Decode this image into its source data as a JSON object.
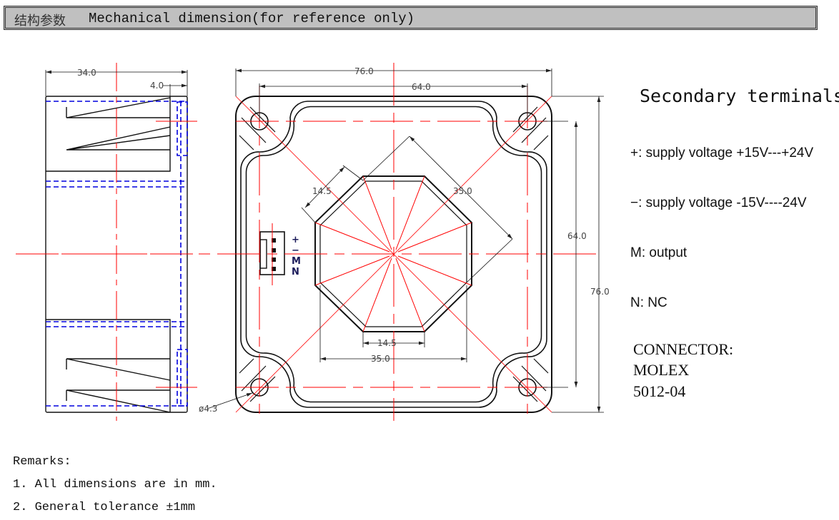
{
  "header": {
    "title_cn": "结构参数",
    "title_en": "Mechanical dimension(for reference only)"
  },
  "side_view": {
    "width": "34.0",
    "flange": "4.0"
  },
  "front_view": {
    "outer_width": "76.0",
    "hole_spacing": "64.0",
    "outer_height": "76.0",
    "hole_spacing_v": "64.0",
    "hole_diameter": "ø4.3",
    "octagon_side": "14.5",
    "octagon_width": "35.0",
    "octagon_side_bottom": "14.5",
    "octagon_width_bottom": "35.0",
    "pins": [
      "+",
      "−",
      "M",
      "N"
    ]
  },
  "terminals": {
    "title": "Secondary terminals",
    "items": [
      "+: supply voltage +15V---+24V",
      "−: supply voltage -15V----24V",
      "M:  output",
      "N:  NC"
    ]
  },
  "connector": {
    "line1": "CONNECTOR:",
    "line2": "MOLEX",
    "line3": "5012-04"
  },
  "remarks": {
    "title": "Remarks:",
    "items": [
      "1.   All dimensions are in mm.",
      "2.   General tolerance ±1mm"
    ]
  },
  "colors": {
    "center_line": "#ff0000",
    "hidden_line": "#0000dd",
    "header_bg": "#c0c0c0"
  }
}
